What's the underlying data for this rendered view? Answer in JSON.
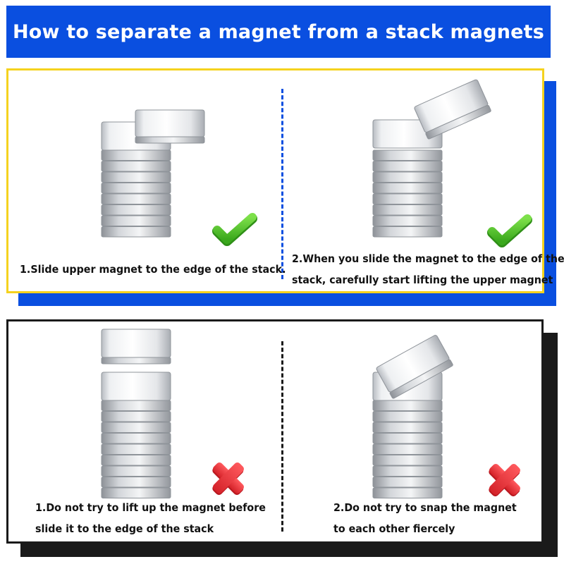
{
  "title": "How to separate a magnet from a stack magnets",
  "colors": {
    "header_bg": "#0a4fe0",
    "panel_top_border": "#f5d21e",
    "panel_top_shadow": "#0a4fe0",
    "panel_bottom_border": "#1a1a1a",
    "panel_bottom_shadow": "#1a1a1a",
    "divider_top": "#0a4fe0",
    "divider_bottom": "#1a1a1a",
    "check_green": "#4cc62a",
    "cross_red": "#e63238"
  },
  "sections": [
    {
      "name": "do",
      "steps": [
        {
          "caption_lines": [
            "1.Slide upper magnet to the edge of the stack."
          ],
          "icon": "check-icon"
        },
        {
          "caption_lines": [
            "2.When you slide the magnet to the edge of the",
            "stack, carefully start lifting the upper magnet"
          ],
          "icon": "check-icon"
        }
      ]
    },
    {
      "name": "dont",
      "steps": [
        {
          "caption_lines": [
            "1.Do not try to lift up the magnet before",
            "slide it to the edge of the stack"
          ],
          "icon": "cross-icon"
        },
        {
          "caption_lines": [
            "2.Do not try to snap the magnet",
            "to each other fiercely"
          ],
          "icon": "cross-icon"
        }
      ]
    }
  ]
}
